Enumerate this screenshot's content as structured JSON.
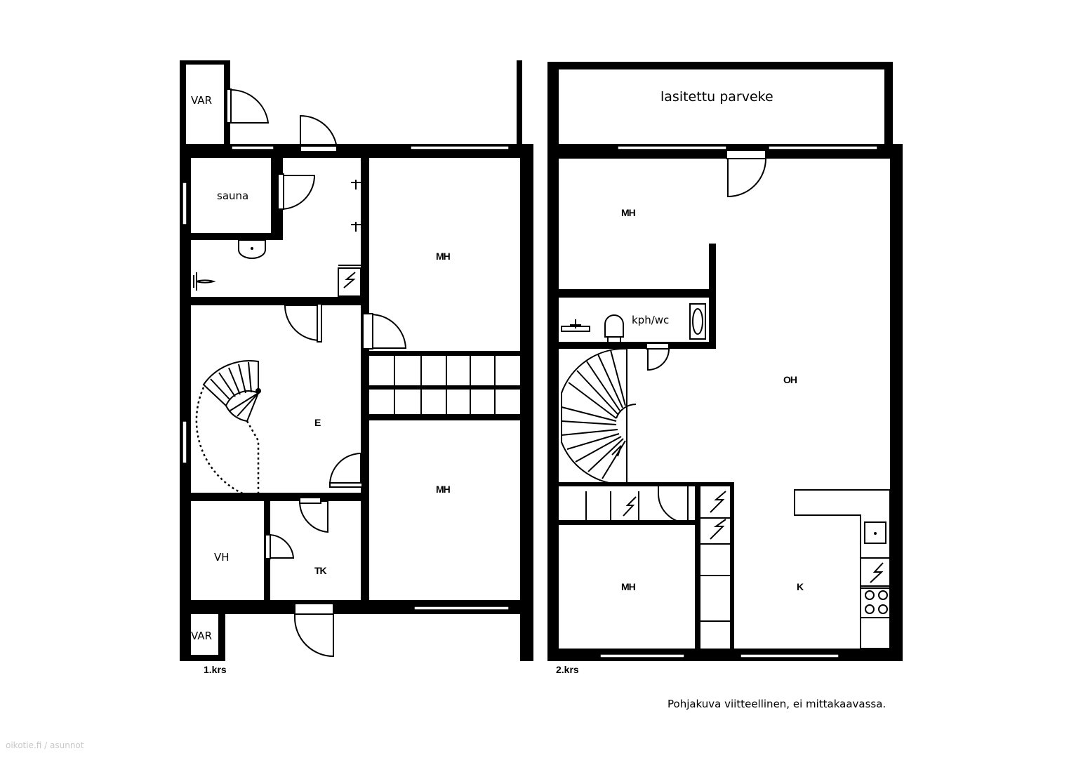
{
  "floors": [
    {
      "label": "1.krs",
      "rooms": [
        "VAR",
        "sauna",
        "MH",
        "E",
        "MH",
        "VH",
        "TK",
        "VAR"
      ]
    },
    {
      "label": "2.krs",
      "rooms": [
        "lasitettu parveke",
        "MH",
        "kph/wc",
        "OH",
        "MH",
        "K"
      ]
    }
  ],
  "note": "Pohjakuva viitteellinen, ei mittakaavassa.",
  "watermark": "oikotie.fi / asunnot",
  "colors": {
    "ink": "#000000",
    "paper": "#ffffff",
    "watermark": "#c8c8c8"
  }
}
